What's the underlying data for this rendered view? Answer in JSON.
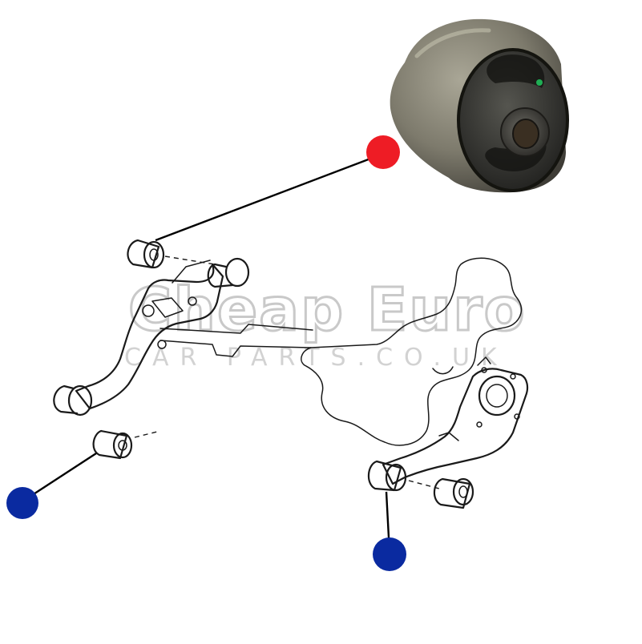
{
  "watermark": {
    "brand": "Cheap Euro",
    "tagline": "CAR PARTS.CO.UK"
  },
  "colors": {
    "marker_red": "#ee1c25",
    "marker_blue": "#0a2aa0",
    "bushing_rubber": "#4a4a45",
    "bushing_shell": "#8a8778",
    "watermark": "#c9c9c9"
  },
  "markers": [
    {
      "id": "red-marker",
      "color": "red"
    },
    {
      "id": "blue-marker-left",
      "color": "blue"
    },
    {
      "id": "blue-marker-right",
      "color": "blue"
    }
  ]
}
